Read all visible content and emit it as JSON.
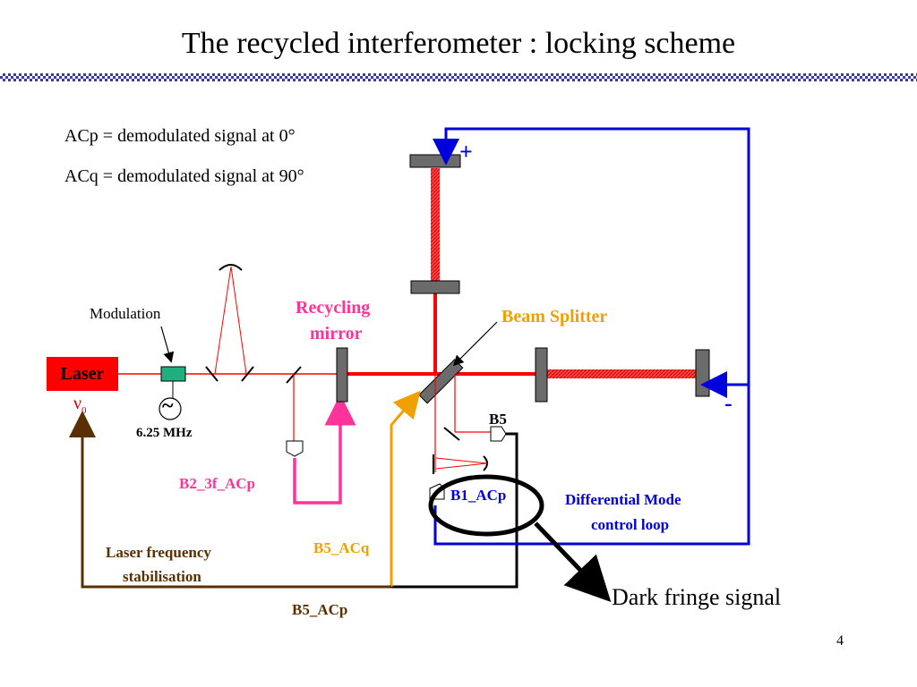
{
  "title": "The recycled interferometer : locking scheme",
  "definitions": [
    "ACp = demodulated signal at 0°",
    "ACq = demodulated signal at 90°"
  ],
  "labels": {
    "laser": "Laser",
    "nu0": "ν",
    "nu0_sub": "0",
    "modulation": "Modulation",
    "freq": "6.25 MHz",
    "tilde": "~",
    "recycling_mirror_1": "Recycling",
    "recycling_mirror_2": "mirror",
    "beam_splitter": "Beam Splitter",
    "b5": "B5",
    "b2": "B2_3f_ACp",
    "b1": "B1_ACp",
    "b5_acq": "B5_ACq",
    "b5_acp": "B5_ACp",
    "laser_stab_1": "Laser frequency",
    "laser_stab_2": "stabilisation",
    "diff_mode_1": "Differential Mode",
    "diff_mode_2": "control loop",
    "plus": "+",
    "minus": "-",
    "dark_fringe": "Dark fringe signal"
  },
  "colors": {
    "beam": "#ff0000",
    "mirror": "#6b6b6b",
    "blue_loop": "#0000dd",
    "brown_loop": "#5a3000",
    "orange_loop": "#f0a000",
    "pink_loop": "#ff3399",
    "title_rule": "#3a3aa8"
  },
  "slide_number": "4"
}
